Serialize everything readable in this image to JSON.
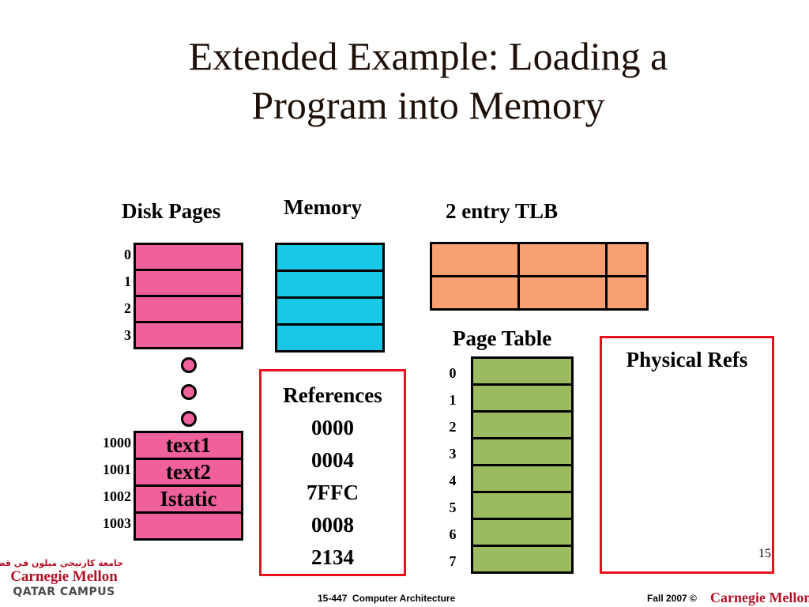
{
  "slide": {
    "title_line1": "Extended Example: Loading a",
    "title_line2": "Program into Memory",
    "page_number": "15"
  },
  "disk": {
    "label": "Disk Pages",
    "top_indices": [
      "0",
      "1",
      "2",
      "3"
    ],
    "bottom_indices": [
      "1000",
      "1001",
      "1002",
      "1003"
    ],
    "bottom_contents": [
      "text1",
      "text2",
      "Istatic",
      ""
    ]
  },
  "memory": {
    "label": "Memory",
    "frames": 4
  },
  "tlb": {
    "label": "2 entry TLB",
    "rows": 2,
    "cols": 3
  },
  "references": {
    "title": "References",
    "addresses": [
      "0000",
      "0004",
      "7FFC",
      "0008",
      "2134"
    ]
  },
  "page_table": {
    "label": "Page Table",
    "indices": [
      "0",
      "1",
      "2",
      "3",
      "4",
      "5",
      "6",
      "7"
    ]
  },
  "physical_refs": {
    "title": "Physical Refs"
  },
  "footer": {
    "course": "15-447  Computer Architecture",
    "term": "Fall 2007 ©",
    "brand": "Carnegie Mellon",
    "logo_arabic": "جامعة كارنيجي ميلون في قطر",
    "logo_cmu": "Carnegie Mellon",
    "logo_campus": "QATAR CAMPUS"
  },
  "colors": {
    "disk_pages": "#f0609a",
    "memory_frames": "#18c8e4",
    "tlb_entries": "#f8a070",
    "page_table_entries": "#9cbb60",
    "box_border": "#e8101c",
    "brand": "#b30f24"
  }
}
